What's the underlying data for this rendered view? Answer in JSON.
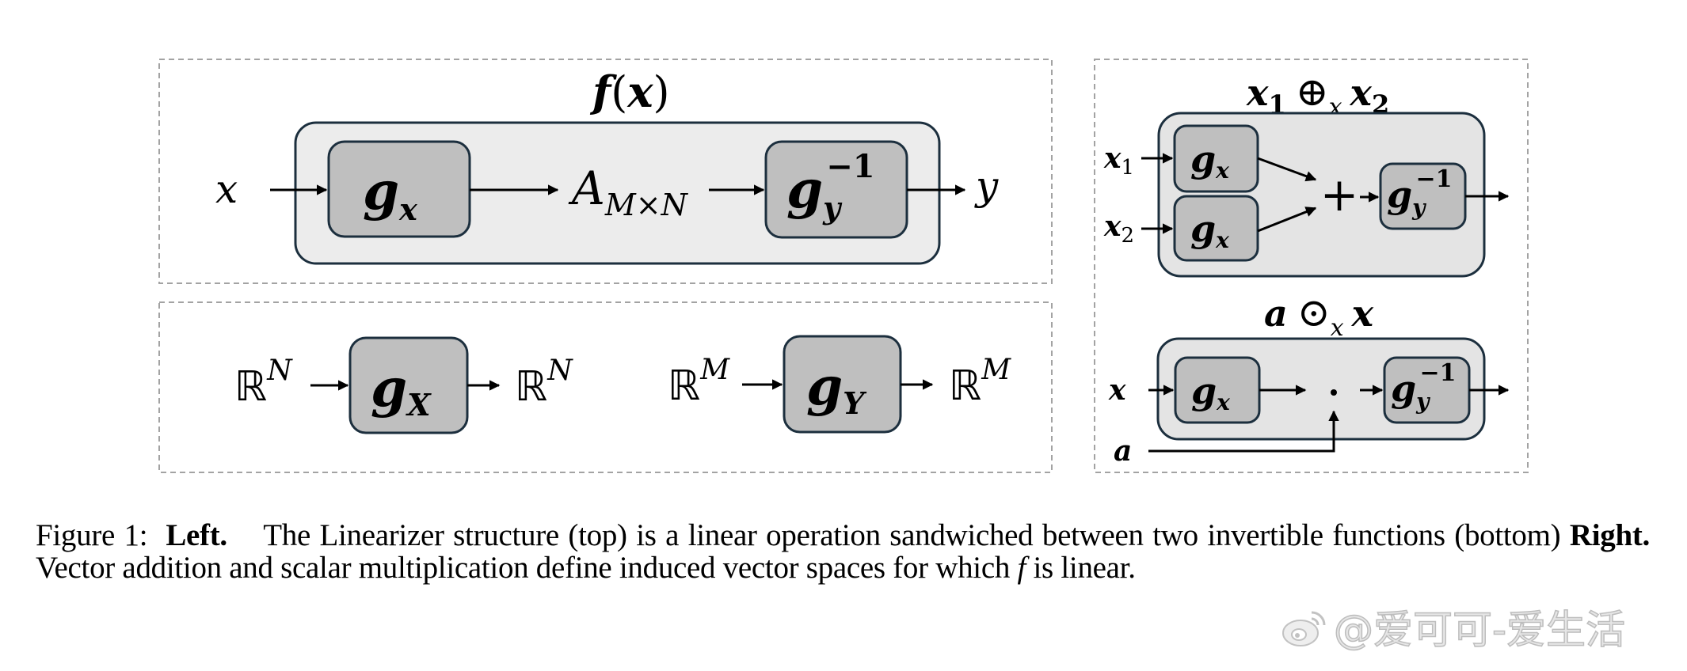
{
  "figure": {
    "top_left": {
      "title": {
        "base": "f",
        "paren_open": "(",
        "arg": "x",
        "paren_close": ")"
      },
      "input_label": "x",
      "output_label": "y",
      "block_gx": {
        "base": "g",
        "sub": "x"
      },
      "matrix": {
        "base": "A",
        "sub": "M×N"
      },
      "block_gy_inv": {
        "base": "g",
        "sub": "y",
        "sup": "−1"
      }
    },
    "bottom_left": {
      "left_group": {
        "in_base": "ℝ",
        "in_sup": "N",
        "block_base": "g",
        "block_sub": "X",
        "out_base": "ℝ",
        "out_sup": "N"
      },
      "right_group": {
        "in_base": "ℝ",
        "in_sup": "M",
        "block_base": "g",
        "block_sub": "Y",
        "out_base": "ℝ",
        "out_sup": "M"
      }
    },
    "right_top": {
      "title": {
        "a": "x",
        "a_sub": "1",
        "op": "⊕",
        "op_sub": "x",
        "b": "x",
        "b_sub": "2"
      },
      "input1": {
        "base": "x",
        "sub": "1"
      },
      "input2": {
        "base": "x",
        "sub": "2"
      },
      "block1": {
        "base": "g",
        "sub": "x"
      },
      "block2": {
        "base": "g",
        "sub": "x"
      },
      "combine_op": "+",
      "block_out": {
        "base": "g",
        "sub": "y",
        "sup": "−1"
      }
    },
    "right_bottom": {
      "title": {
        "a": "a",
        "op": "⊙",
        "op_sub": "x",
        "b": "x"
      },
      "input": "x",
      "scalar_input": "a",
      "block_in": {
        "base": "g",
        "sub": "x"
      },
      "combine_op": "·",
      "block_out": {
        "base": "g",
        "sub": "y",
        "sup": "−1"
      }
    }
  },
  "caption": {
    "label": "Figure 1:",
    "left_heading": "Left.",
    "left_text": "The Linearizer structure (top) is a linear operation sandwiched between two invertible functions (bottom)",
    "right_heading": "Right.",
    "right_text": "Vector addition and scalar multiplication define induced vector spaces for which",
    "math_symbol": "f",
    "tail": "is linear."
  },
  "watermark": {
    "icon": "weibo-icon",
    "text": "@爱可可-爱生活"
  },
  "colors": {
    "box_border": "#1c2f3e",
    "outer_fill": "#ececec",
    "inner_fill": "#bfbfbf",
    "dashed_border": "#a3a3a3"
  }
}
